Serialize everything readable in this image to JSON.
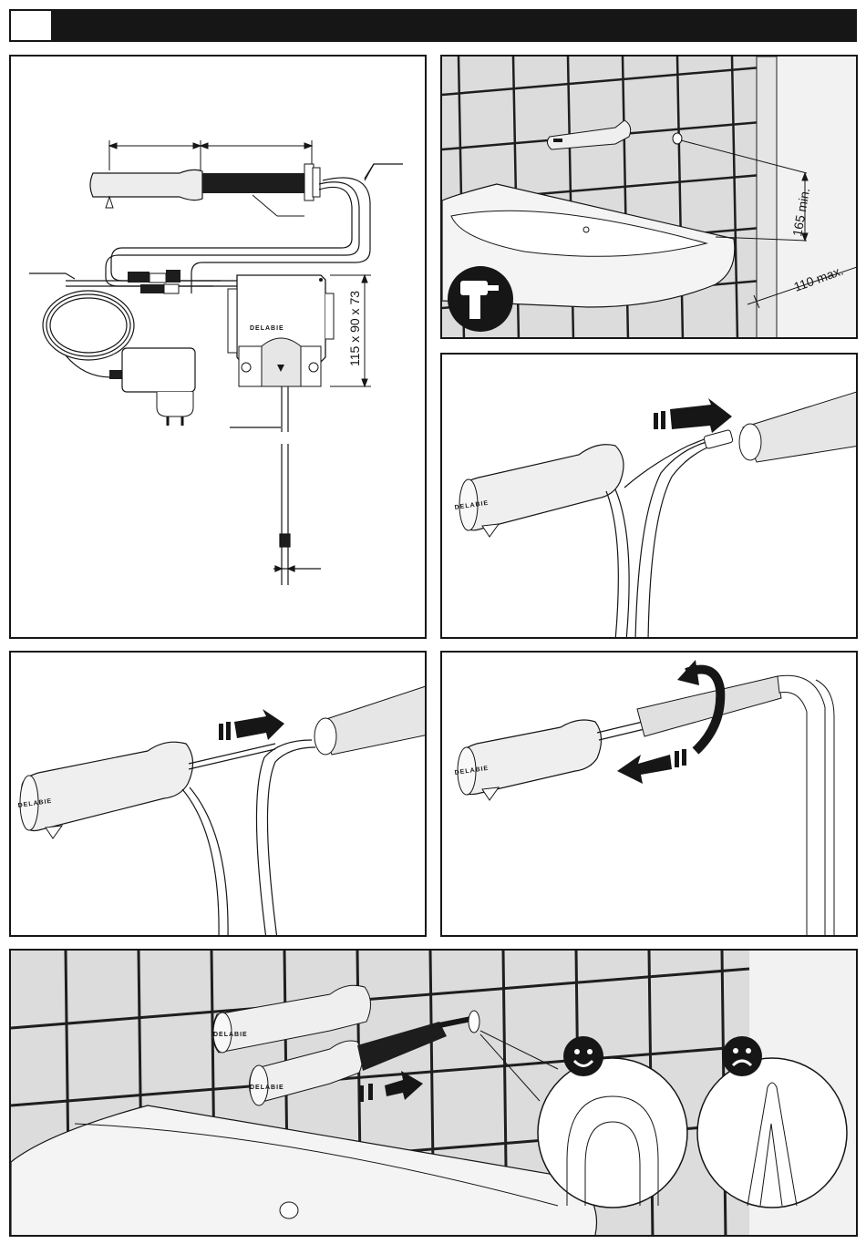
{
  "header": {
    "step_number": ""
  },
  "panel1": {
    "box_dimensions": "115 x 90 x 73",
    "brand": "DELABIE"
  },
  "panel2": {
    "height_dimension": "165 min.",
    "depth_dimension": "110 max.",
    "tool_icon": "drill-icon"
  },
  "panel3": {
    "brand": "DELABIE",
    "arrow_icon": "push-arrow-icon"
  },
  "panel4": {
    "brand": "DELABIE",
    "arrow_icon": "push-arrow-icon"
  },
  "panel5": {
    "brand": "DELABIE",
    "arrow_icons": [
      "rotate-arrow-icon",
      "pull-arrow-icon"
    ]
  },
  "panel6": {
    "brand_top": "DELABIE",
    "brand_bottom": "DELABIE",
    "good_icon": "smiley-happy-icon",
    "bad_icon": "smiley-sad-icon"
  },
  "colors": {
    "ink": "#161616",
    "tile": "#d9d9d9",
    "grout": "#1e1e1e",
    "paper": "#ffffff"
  }
}
